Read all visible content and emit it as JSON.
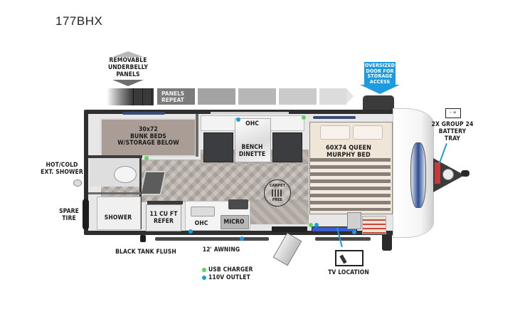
{
  "model": "177BHX",
  "callouts": {
    "underbelly": [
      "REMOVABLE",
      "UNDERBELLY",
      "PANELS"
    ],
    "panels_repeat": [
      "PANELS",
      "REPEAT"
    ],
    "storage_door": [
      "OVERSIZED",
      "DOOR FOR",
      "STORAGE",
      "ACCESS"
    ],
    "battery": [
      "2X GROUP 24",
      "BATTERY",
      "TRAY"
    ],
    "battery_symbol": "-  +",
    "ext_shower": [
      "HOT/COLD",
      "EXT. SHOWER"
    ],
    "spare_tire": [
      "SPARE",
      "TIRE"
    ],
    "black_tank": "BLACK TANK FLUSH",
    "awning": "12' AWNING",
    "tv": "TV LOCATION"
  },
  "rooms": {
    "bunk": [
      "30x72",
      "BUNK BEDS",
      "W/STORAGE BELOW"
    ],
    "ohc_top": "OHC",
    "dinette": [
      "BENCH",
      "DINETTE"
    ],
    "queen_bed": [
      "60X74 QUEEN",
      "MURPHY BED"
    ],
    "shower": "SHOWER",
    "refer": [
      "11 CU FT",
      "REFER"
    ],
    "ohc_bottom": "OHC",
    "micro": "MICRO",
    "carpet_free": [
      "CARPET",
      "FREE"
    ]
  },
  "legend": {
    "items": [
      {
        "label": "USB CHARGER",
        "color": "#5fd25f"
      },
      {
        "label": "110V OUTLET",
        "color": "#1d9be0"
      }
    ]
  },
  "colors": {
    "accent_blue": "#1d9be0",
    "usb_green": "#5fd25f"
  }
}
